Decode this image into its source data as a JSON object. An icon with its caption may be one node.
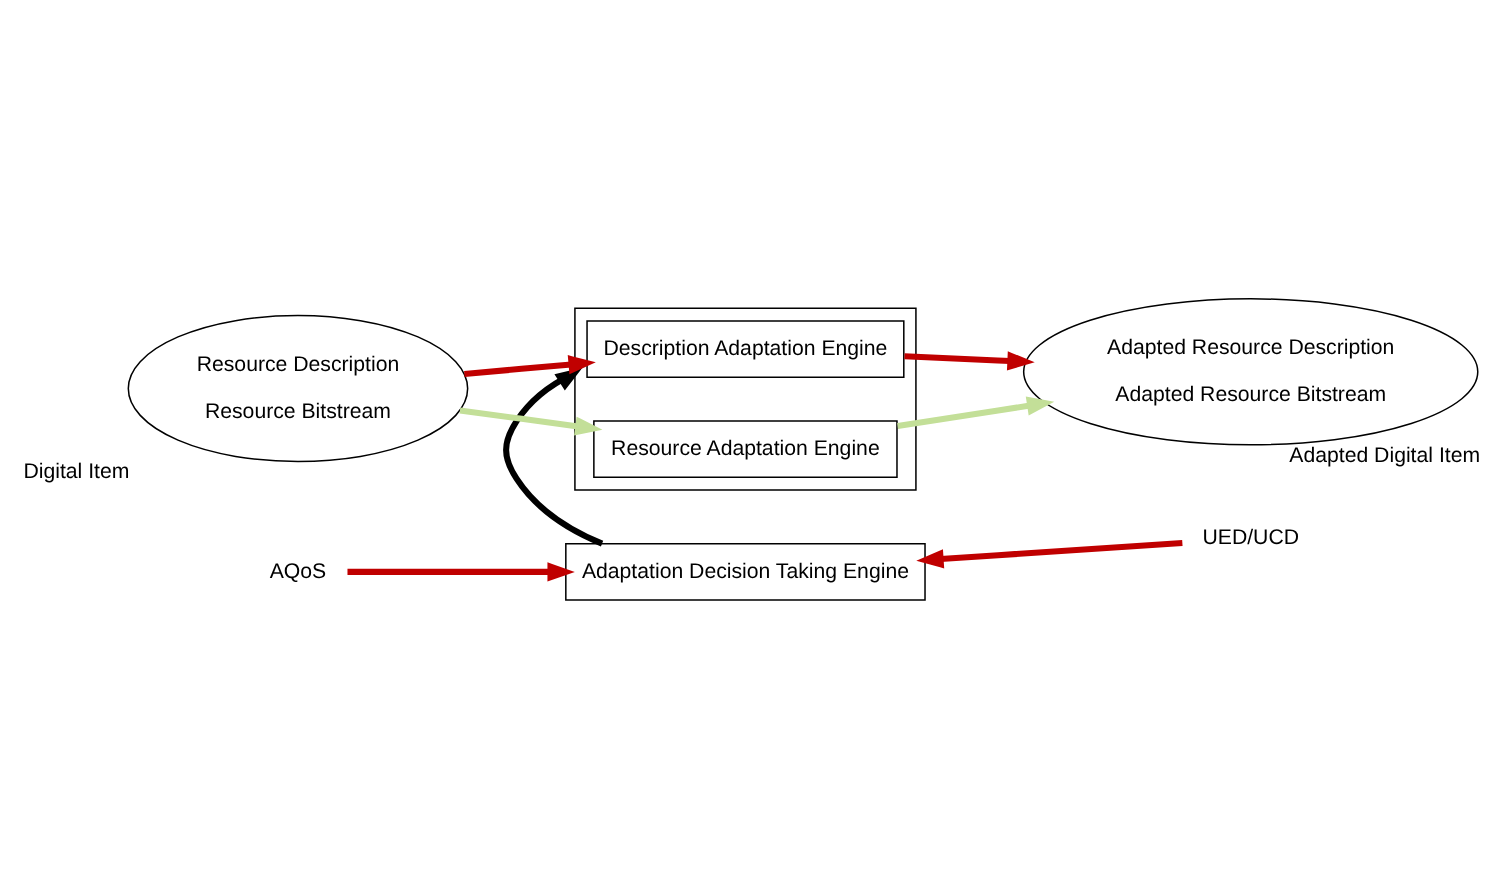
{
  "diagram": {
    "nodes": [
      {
        "text": [
          "AQoS"
        ]
      },
      {
        "text": [
          "Adaptation Decision Taking Engine"
        ]
      },
      {
        "text": [
          "UED/UCD"
        ]
      },
      {
        "text": [
          "Resource Description",
          "Resource Bitstream"
        ],
        "beside": [
          "Digital Item"
        ]
      },
      {
        "text": [],
        "shape": "box"
      },
      {
        "text": [
          "Description Adaptation Engine"
        ],
        "in": 4
      },
      {
        "text": [
          "Resource Adaptation Engine"
        ],
        "in": 4
      },
      {
        "text": [
          "Adapted Resource Description",
          "Adapted Resource Bitstream"
        ],
        "beside": [
          "Adapted Digital Item"
        ]
      }
    ],
    "edges": [
      {
        "from": 0,
        "to": 1,
        "arrow": "to"
      },
      {
        "from": 2,
        "to": 1,
        "arrow": "to"
      },
      {
        "from": 1,
        "to": 4,
        "arrow": "to",
        "color": "#000000"
      },
      {
        "from": 3,
        "to": 5,
        "arrow": "to"
      },
      {
        "from": 5,
        "to": 7,
        "arrow": "to"
      },
      {
        "from": 3,
        "to": 6,
        "arrow": "to",
        "color": "#c3df98"
      },
      {
        "from": 6,
        "to": 7,
        "arrow": "to",
        "color": "#c3df98"
      }
    ]
  }
}
